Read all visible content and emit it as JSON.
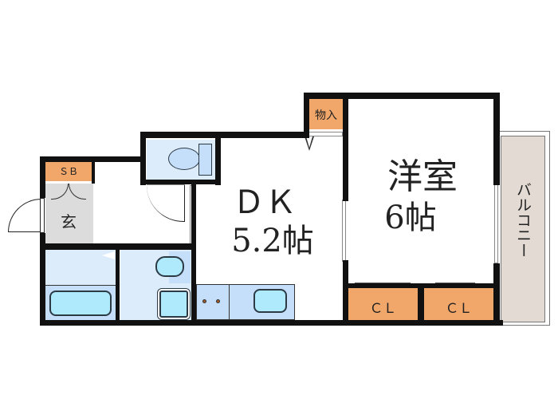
{
  "floorplan": {
    "rooms": {
      "dk": {
        "name": "ＤＫ",
        "size": "5.2帖"
      },
      "western_room": {
        "name": "洋室",
        "size": "6帖"
      },
      "entrance": {
        "name": "玄"
      },
      "shoe_box": {
        "name": "ＳＢ"
      },
      "storage": {
        "name": "物入"
      },
      "closet_1": {
        "name": "ＣＬ"
      },
      "closet_2": {
        "name": "ＣＬ"
      },
      "balcony": {
        "name": "バルコニー"
      }
    },
    "colors": {
      "wall": "#111111",
      "storage_orange": "#f2a76a",
      "wet_area_blue": "#dcecfb",
      "fixture_aqua": "#aeeafc",
      "entrance_gray": "#dcdcdc",
      "balcony_beige": "#e2dad3"
    }
  }
}
